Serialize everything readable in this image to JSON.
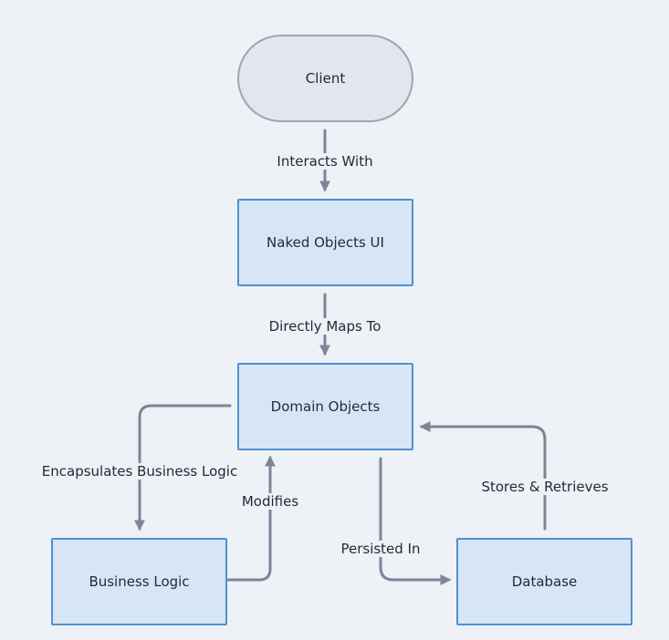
{
  "nodes": {
    "client": "Client",
    "naked_ui": "Naked Objects UI",
    "domain": "Domain Objects",
    "business": "Business Logic",
    "database": "Database"
  },
  "edges": {
    "interacts": "Interacts With",
    "maps": "Directly Maps To",
    "encapsulates": "Encapsulates Business Logic",
    "modifies": "Modifies",
    "persisted": "Persisted In",
    "stores": "Stores & Retrieves"
  },
  "colors": {
    "background": "#eef1f6",
    "node_fill": "#d6e6f6",
    "node_border": "#4f91d4",
    "client_fill": "#e3e6ec",
    "client_border": "#9ba6b4",
    "edge": "#7b8797"
  }
}
